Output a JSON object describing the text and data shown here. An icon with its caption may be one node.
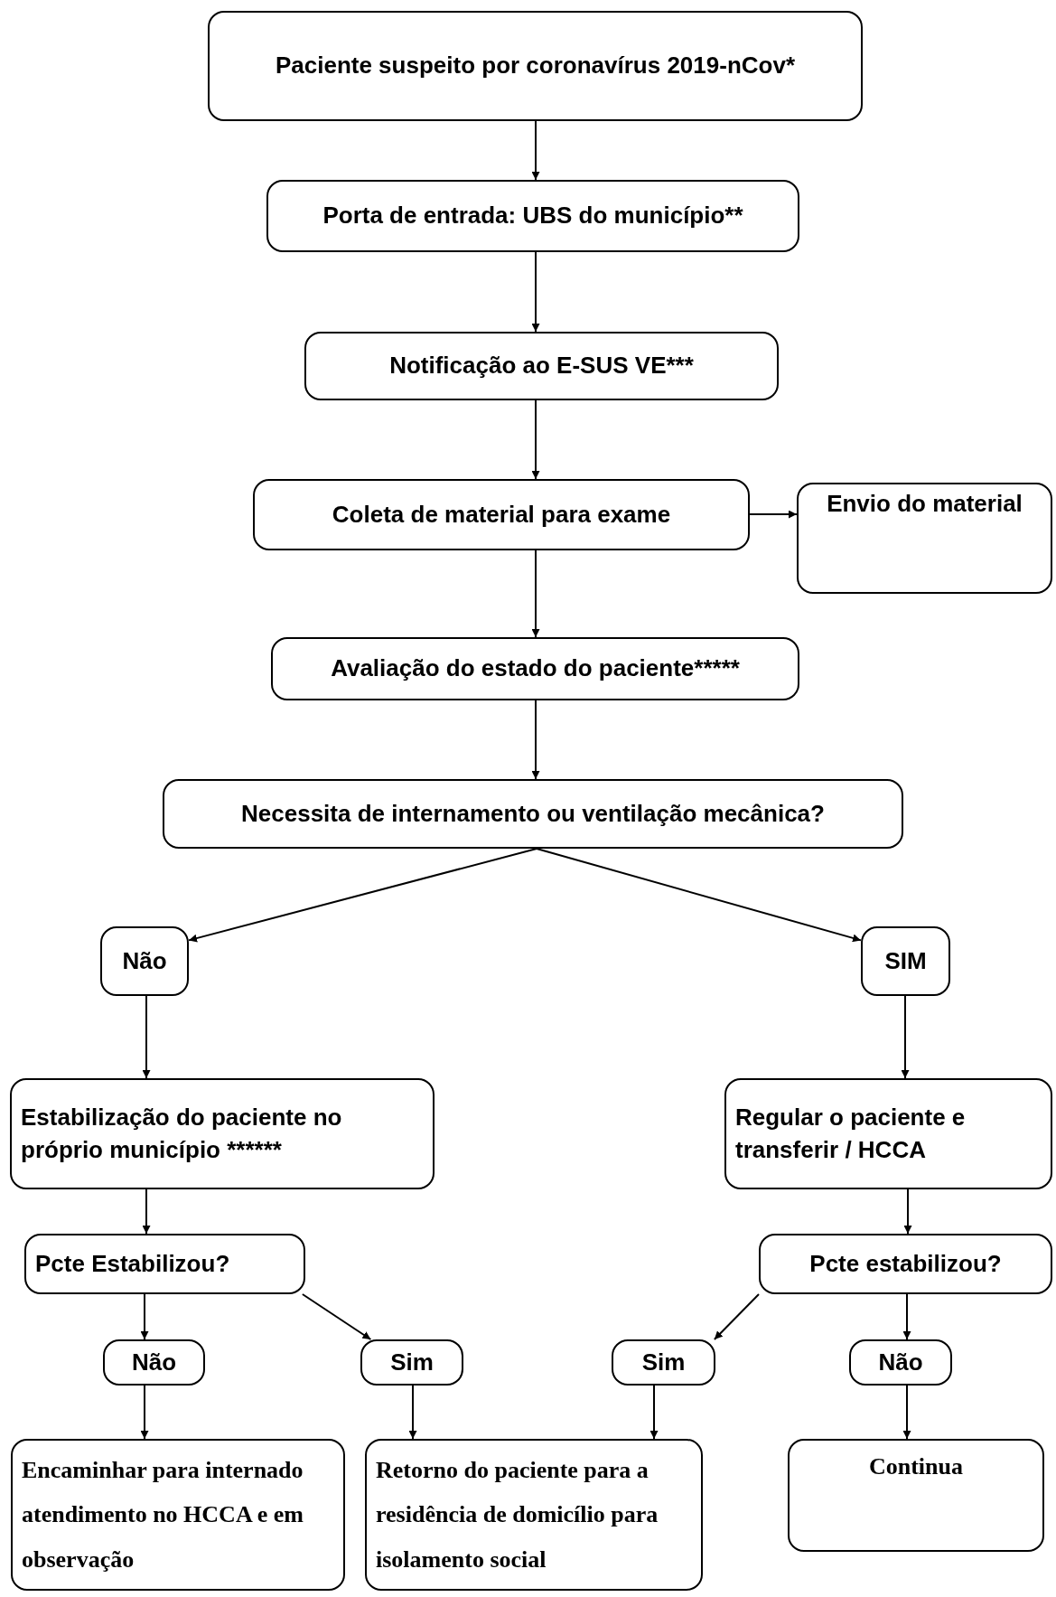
{
  "diagram": {
    "nodes": [
      {
        "text": [
          "Paciente suspeito por coronavírus 2019-nCov*"
        ]
      },
      {
        "text": [
          "Porta de entrada: UBS do município**"
        ]
      },
      {
        "text": [
          "Notificação ao E-SUS VE***"
        ]
      },
      {
        "text": [
          "Coleta de material para exame"
        ]
      },
      {
        "text": [
          "Envio do material"
        ]
      },
      {
        "text": [
          "Avaliação do estado do paciente*****"
        ]
      },
      {
        "text": [
          "Necessita de internamento ou ventilação mecânica?"
        ]
      },
      {
        "text": [
          "Não"
        ]
      },
      {
        "text": [
          "SIM"
        ]
      },
      {
        "text": [
          "Estabilização do paciente no próprio município ******"
        ]
      },
      {
        "text": [
          "Regular o paciente e transferir / HCCA"
        ]
      },
      {
        "text": [
          "Pcte Estabilizou?"
        ]
      },
      {
        "text": [
          "Pcte estabilizou?"
        ]
      },
      {
        "text": [
          "Não"
        ]
      },
      {
        "text": [
          "Sim"
        ]
      },
      {
        "text": [
          "Sim"
        ]
      },
      {
        "text": [
          "Não"
        ]
      },
      {
        "text": [
          "Encaminhar para internado atendimento no HCCA e em observação"
        ]
      },
      {
        "text": [
          "Retorno do paciente para a residência de domicílio para isolamento social"
        ]
      },
      {
        "text": [
          "Continua"
        ]
      }
    ],
    "edges": [
      {
        "from": 0,
        "to": 1,
        "arrow": "to"
      },
      {
        "from": 1,
        "to": 2,
        "arrow": "to"
      },
      {
        "from": 2,
        "to": 3,
        "arrow": "to"
      },
      {
        "from": 3,
        "to": 4,
        "arrow": "to"
      },
      {
        "from": 3,
        "to": 5,
        "arrow": "to"
      },
      {
        "from": 5,
        "to": 6,
        "arrow": "to"
      },
      {
        "from": 6,
        "to": 7,
        "arrow": "to"
      },
      {
        "from": 6,
        "to": 8,
        "arrow": "to"
      },
      {
        "from": 7,
        "to": 9,
        "arrow": "to"
      },
      {
        "from": 8,
        "to": 10,
        "arrow": "to"
      },
      {
        "from": 9,
        "to": 11,
        "arrow": "to"
      },
      {
        "from": 10,
        "to": 12,
        "arrow": "to"
      },
      {
        "from": 11,
        "to": 13,
        "arrow": "to"
      },
      {
        "from": 11,
        "to": 14,
        "arrow": "to"
      },
      {
        "from": 12,
        "to": 15,
        "arrow": "to"
      },
      {
        "from": 12,
        "to": 16,
        "arrow": "to"
      },
      {
        "from": 13,
        "to": 17,
        "arrow": "to"
      },
      {
        "from": 14,
        "to": 18,
        "arrow": "to"
      },
      {
        "from": 15,
        "to": 18,
        "arrow": "to"
      },
      {
        "from": 16,
        "to": 19,
        "arrow": "to"
      }
    ]
  }
}
